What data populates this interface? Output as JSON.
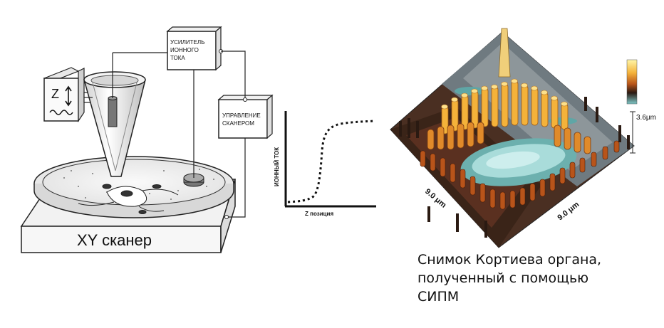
{
  "setup": {
    "amplifier_label": [
      "УСИЛИТЕЛЬ",
      "ИОННОГО",
      "ТОКА"
    ],
    "scanner_control_label": [
      "УПРАВЛЕНИЕ",
      "СКАНЕРОМ"
    ],
    "xy_scanner_label": "XY сканер",
    "z_block_label": "Z"
  },
  "approach_curve": {
    "ylabel": "ИОННЫЙ ТОК",
    "xlabel": "Z позиция"
  },
  "afm_image": {
    "axis_label_1": "9.0 μm",
    "axis_label_2": "9.0 μm",
    "height_label": "3.6μm",
    "colorscale": [
      "#fff6a8",
      "#f4b23a",
      "#b8541a",
      "#4a2410",
      "#1a1410",
      "#5aa8a8",
      "#9fd8d8"
    ]
  },
  "caption": [
    "Снимок Кортиева органа,",
    "полученный с помощью",
    "СИПМ"
  ]
}
